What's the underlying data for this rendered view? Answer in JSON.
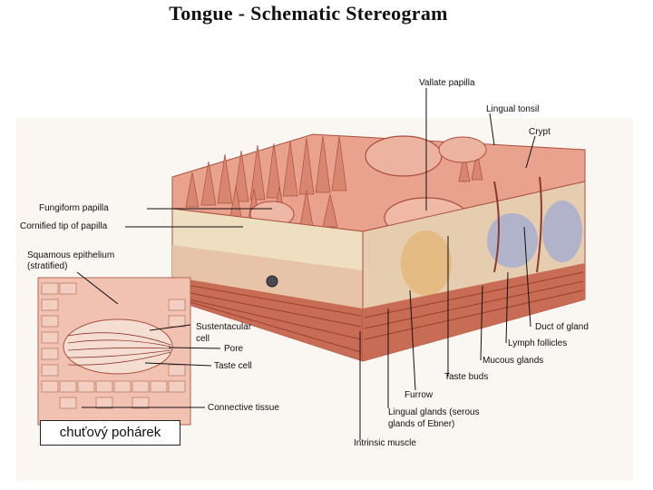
{
  "title": "Tongue - Schematic Stereogram",
  "labels": {
    "vallate_papilla": "Vallate papilla",
    "lingual_tonsil": "Lingual tonsil",
    "crypt": "Crypt",
    "fungiform_papilla": "Fungiform papilla",
    "cornified_tip": "Cornified tip of papilla",
    "squamous_epithelium_1": "Squamous epithelium",
    "squamous_epithelium_2": "(stratified)",
    "sustentacular_cell_1": "Sustentacular",
    "sustentacular_cell_2": "cell",
    "pore": "Pore",
    "taste_cell": "Taste cell",
    "connective_tissue": "Connective tissue",
    "duct_of_gland": "Duct of gland",
    "lymph_follicles": "Lymph follicles",
    "mucous_glands": "Mucous glands",
    "taste_buds": "Taste buds",
    "furrow": "Furrow",
    "lingual_glands_1": "Lingual glands (serous",
    "lingual_glands_2": "glands of Ebner)",
    "intrinsic_muscle": "Intrinsic muscle"
  },
  "caption": "chuťový pohárek",
  "colors": {
    "tissue_surface": "#e9a28e",
    "tissue_dark": "#c8614c",
    "connective": "#efe6c8",
    "muscle": "#b8503e",
    "follicle": "#9fa7c9",
    "inset_bg": "#f1c2b2"
  }
}
